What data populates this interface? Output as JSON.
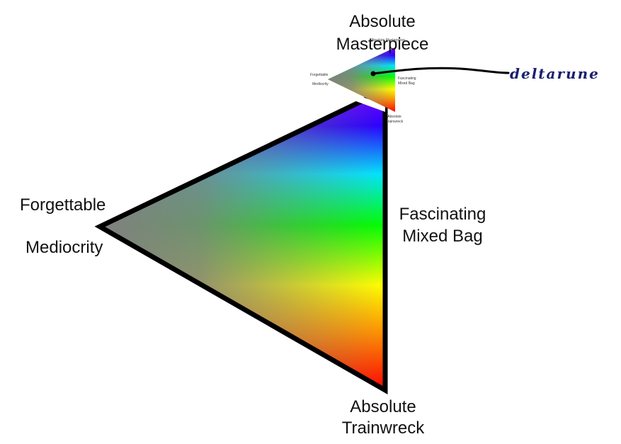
{
  "diagram": {
    "labels": {
      "top": [
        "Absolute",
        "Masterpiece"
      ],
      "left_top": "Forgettable",
      "left_bottom": "Mediocrity",
      "right": [
        "Fascinating",
        "Mixed Bag"
      ],
      "bottom": [
        "Absolute",
        "Trainwreck"
      ]
    },
    "inset": {
      "top": "Absolute Masterpiece",
      "left": [
        "Forgettable",
        "Mediocrity"
      ],
      "right": [
        "Fascinating",
        "Mixed Bag"
      ],
      "bottom": [
        "Absolute",
        "Trainwreck"
      ]
    },
    "pointer_label": "deltarune",
    "colors": {
      "border": "#000000",
      "center_gray": "#808080",
      "spectrum": [
        "#7a00ff",
        "#0000ff",
        "#00ffff",
        "#00ff00",
        "#ffff00",
        "#ff7f00",
        "#ff0000"
      ],
      "label_text": "#111111",
      "brand_text": "#1a1f6e"
    }
  }
}
